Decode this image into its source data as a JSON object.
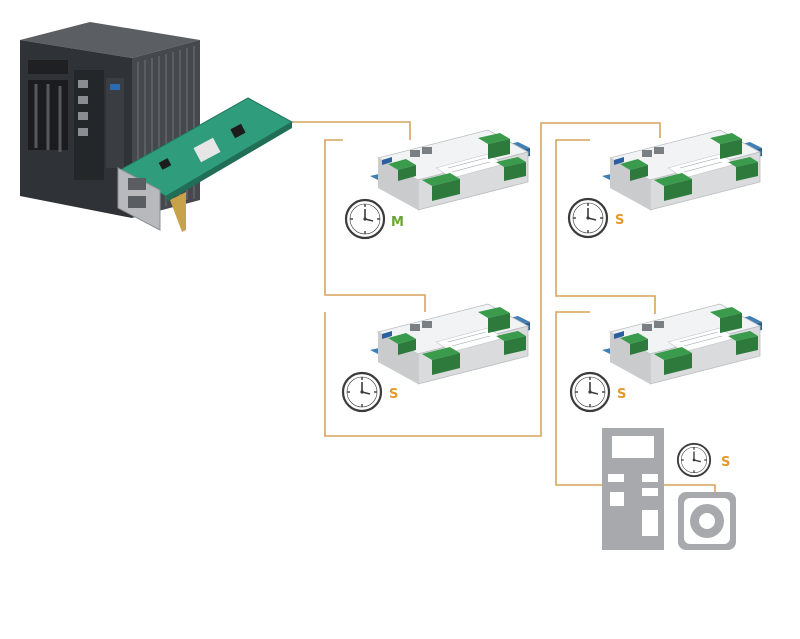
{
  "colors": {
    "cable": "#d7a45a",
    "master_label": "#6aa62f",
    "slave_label": "#e39a2a",
    "pcb": "#2f9d7c",
    "terminal": "#3a9b4c",
    "rail": "#3f7fb3",
    "drive": "#a7a9ac"
  },
  "icons": [
    "industrial-pc-icon",
    "ethercat-pcie-card-icon",
    "io-module-icon",
    "clock-icon",
    "servo-drive-icon",
    "servo-motor-icon"
  ],
  "nodes": [
    {
      "id": "node-1",
      "role_label": "M"
    },
    {
      "id": "node-2",
      "role_label": "S"
    },
    {
      "id": "node-3",
      "role_label": "S"
    },
    {
      "id": "node-4",
      "role_label": "S"
    },
    {
      "id": "node-5",
      "role_label": "S"
    }
  ]
}
